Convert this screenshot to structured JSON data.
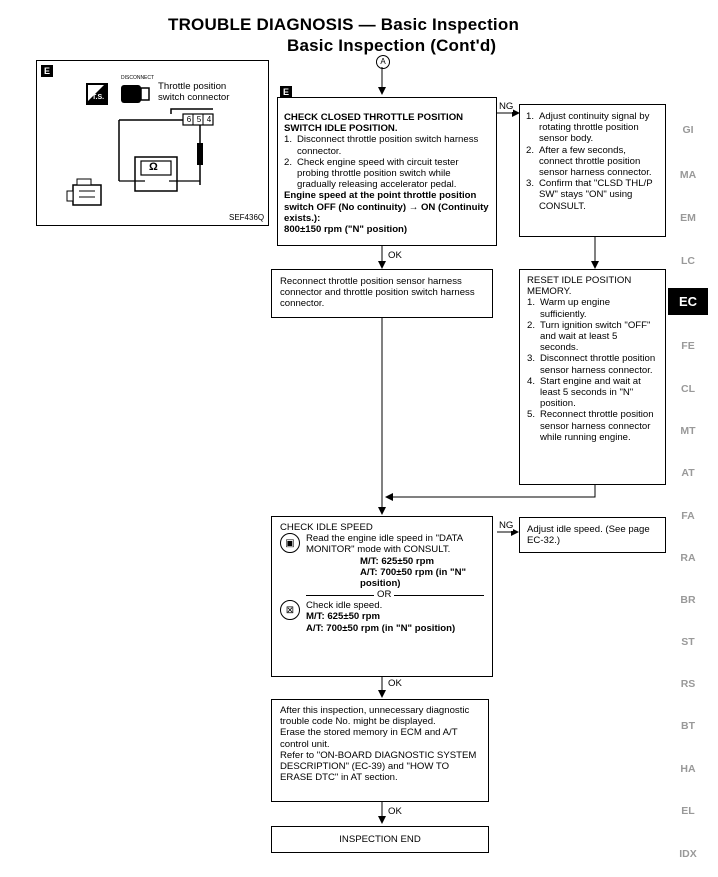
{
  "header": {
    "title": "TROUBLE DIAGNOSIS — Basic Inspection",
    "subtitle": "Basic Inspection (Cont'd)",
    "connector_mark": "A"
  },
  "figure": {
    "badge": "E",
    "disconnect_label": "DISCONNECT",
    "ts_label": "T.S.",
    "connector_label_line1": "Throttle position",
    "connector_label_line2": "switch connector",
    "pins": [
      "6",
      "5",
      "4"
    ],
    "ohm_symbol": "Ω",
    "fig_code": "SEF436Q"
  },
  "check_throttle": {
    "badge": "E",
    "title": "CHECK CLOSED THROTTLE POSITION SWITCH IDLE POSITION.",
    "steps": [
      "Disconnect throttle position switch harness connector.",
      "Check engine speed with circuit tester probing throttle position switch while gradually releasing accelerator pedal."
    ],
    "result_line1": "Engine speed at the point throttle position switch OFF (No continuity) → ON (Continuity exists.):",
    "result_line2": "800±150 rpm (\"N\" position)"
  },
  "adjust_box": {
    "steps": [
      "Adjust continuity signal by rotating throttle position sensor body.",
      "After a few seconds, connect throttle position sensor harness connector.",
      "Confirm that \"CLSD THL/P SW\" stays \"ON\" using CONSULT."
    ]
  },
  "reconnect_box": {
    "text": "Reconnect throttle position sensor harness connector and throttle position switch harness connector."
  },
  "reset_box": {
    "title": "RESET IDLE POSITION MEMORY.",
    "steps": [
      "Warm up engine sufficiently.",
      "Turn ignition switch \"OFF\" and wait at least 5 seconds.",
      "Disconnect throttle position sensor harness connector.",
      "Start engine and wait at least 5 seconds in \"N\" position.",
      "Reconnect throttle position sensor harness connector while running engine."
    ]
  },
  "idle_box": {
    "title": "CHECK IDLE SPEED",
    "consult_text": "Read the engine idle speed in \"DATA MONITOR\" mode with CONSULT.",
    "mt_spec": "M/T: 625±50 rpm",
    "at_spec": "A/T: 700±50 rpm (in \"N\" position)",
    "or_label": "OR",
    "check_text": "Check idle speed.",
    "mt_spec2": "M/T: 625±50 rpm",
    "at_spec2": "A/T: 700±50 rpm (in \"N\" position)"
  },
  "adjust_idle": {
    "text": "Adjust idle speed. (See page EC-32.)"
  },
  "after_box": {
    "text1": "After this inspection, unnecessary diagnostic trouble code No. might be displayed.",
    "text2": "Erase the stored memory in ECM and A/T control unit.",
    "text3": "Refer to \"ON-BOARD DIAGNOSTIC SYSTEM DESCRIPTION\" (EC-39) and \"HOW TO ERASE DTC\" in AT section."
  },
  "end_box": {
    "text": "INSPECTION END"
  },
  "flow_labels": {
    "ng1": "NG",
    "ok1": "OK",
    "ng2": "NG",
    "ok2": "OK",
    "ok3": "OK"
  },
  "sidebar": [
    "GI",
    "MA",
    "EM",
    "LC",
    "EC",
    "FE",
    "CL",
    "MT",
    "AT",
    "FA",
    "RA",
    "BR",
    "ST",
    "RS",
    "BT",
    "HA",
    "EL",
    "IDX"
  ],
  "sidebar_active": "EC"
}
